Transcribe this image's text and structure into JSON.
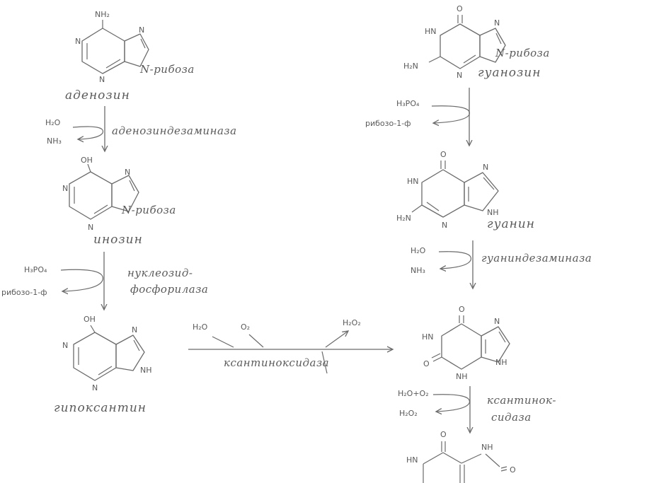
{
  "compounds": {
    "adenosine": {
      "caption": "аденозин",
      "substituent": "NH₂",
      "n1": "N",
      "n3": "N",
      "n7": "N",
      "n9": "N-рибоза"
    },
    "inosine": {
      "caption": "инозин",
      "substituent": "OH",
      "n1": "N",
      "n3": "N",
      "n7": "N",
      "n9": "N-рибоза"
    },
    "hypoxanthine": {
      "caption": "гипоксантин",
      "substituent": "OH",
      "n1": "N",
      "n3": "N",
      "n7": "N",
      "n9": "NH"
    },
    "guanosine": {
      "caption": "гуанозин",
      "o6": "O",
      "n1": "HN",
      "amino": "H₂N",
      "n3": "N",
      "n7": "N",
      "n9": "N-рибоза"
    },
    "guanine": {
      "caption": "гуанин",
      "o6": "O",
      "n1": "HN",
      "amino": "H₂N",
      "n3": "N",
      "n7": "N",
      "n9": "NH"
    },
    "xanthine": {
      "o6": "O",
      "n1": "HN",
      "o2": "O",
      "n3": "NH",
      "n7": "N",
      "n9": "NH"
    },
    "uric_acid": {
      "o_top": "O",
      "hn_left": "HN",
      "nh_top": "NH",
      "o_right": "O"
    }
  },
  "reactions": {
    "adenosine_deaminase": {
      "enzyme": "аденозиндезаминаза",
      "in": "H₂O",
      "out": "NH₃"
    },
    "nucleoside_phosphorylase": {
      "enzyme_line1": "нуклеозид-",
      "enzyme_line2": "фосфорилаза",
      "in": "H₃PO₄",
      "out": "рибозо-1-ф"
    },
    "guanosine_phosphorolysis": {
      "in": "H₃PO₄",
      "out": "рибозо-1-ф"
    },
    "guanine_deaminase": {
      "enzyme": "гуаниндезаминаза",
      "in": "H₂O",
      "out": "NH₃"
    },
    "xanthine_oxidase_1": {
      "enzyme": "ксантиноксидаза",
      "in1": "H₂O",
      "in2": "O₂",
      "out": "H₂O₂"
    },
    "xanthine_oxidase_2": {
      "enzyme_line1": "ксантинок-",
      "enzyme_line2": "сидаза",
      "in": "H₂O+O₂",
      "out": "H₂O₂"
    }
  }
}
